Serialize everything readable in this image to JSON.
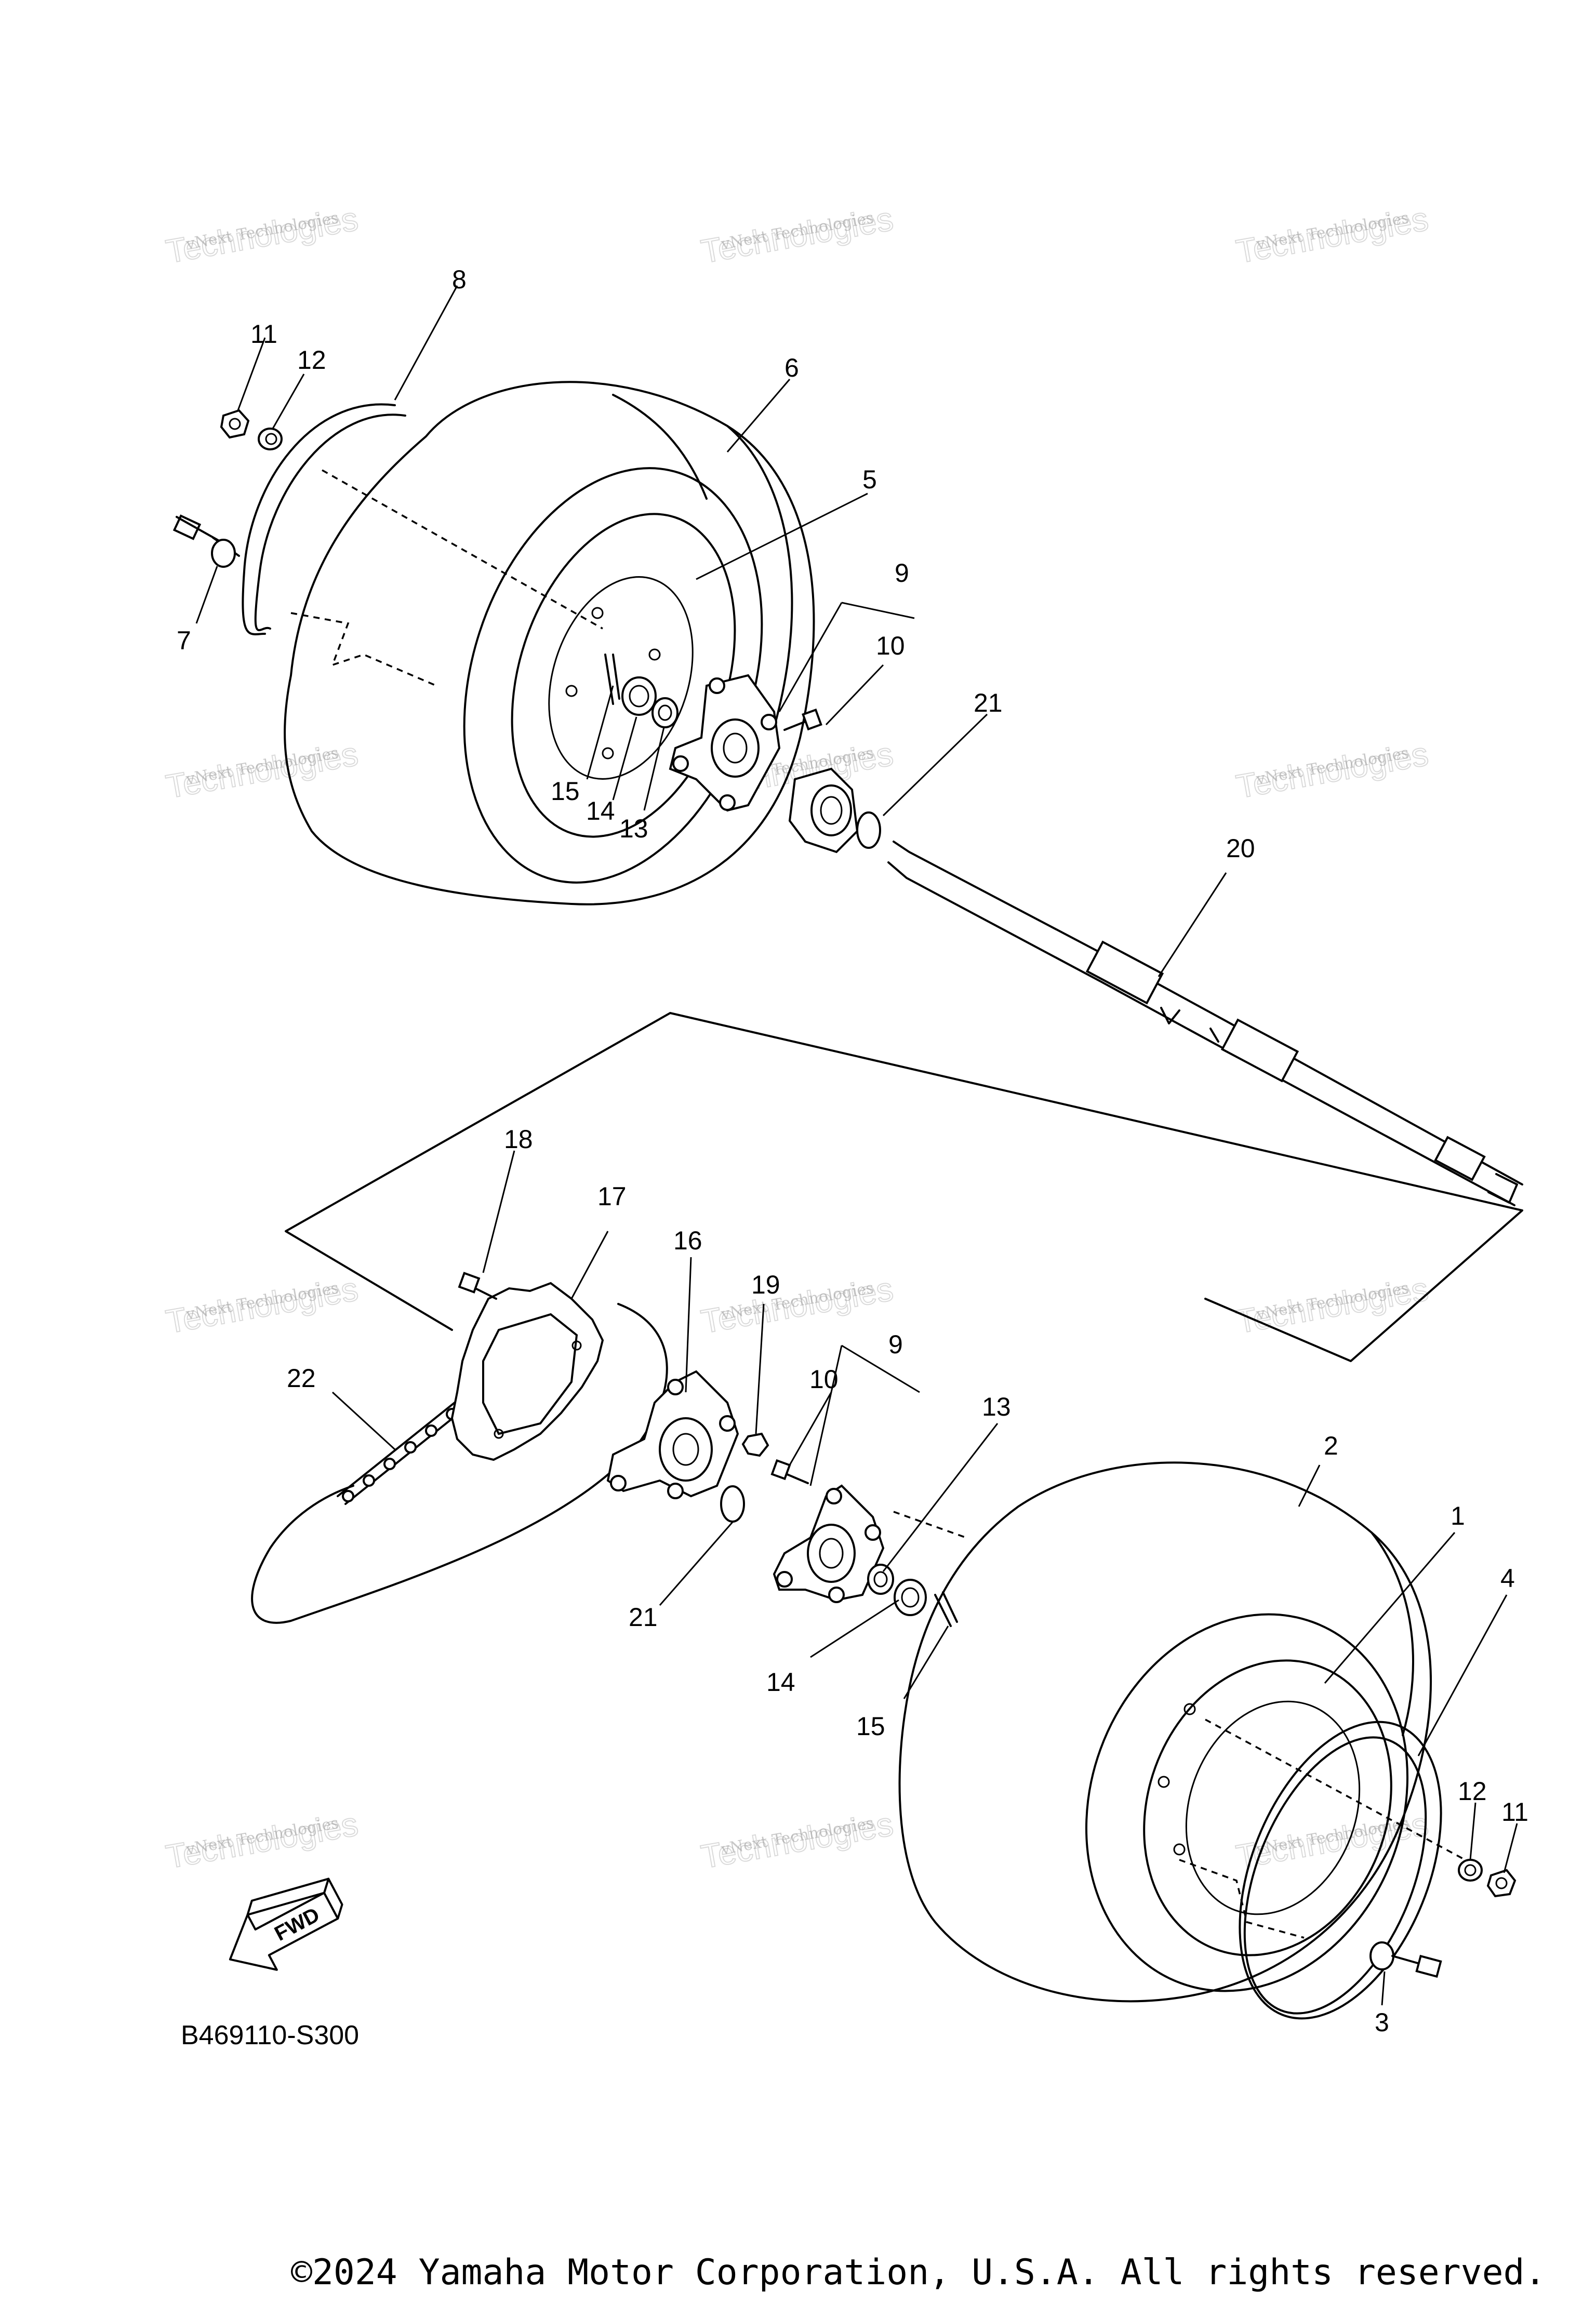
{
  "diagram": {
    "diagram_code": "B469110-S300",
    "fwd_label": "FWD",
    "watermark": {
      "line1": "vNext Technologies",
      "line2": "Technologies"
    },
    "callouts": {
      "top_11": "11",
      "top_12": "12",
      "top_8": "8",
      "top_6": "6",
      "top_5": "5",
      "top_7": "7",
      "top_9": "9",
      "top_10": "10",
      "top_21": "21",
      "top_15": "15",
      "top_14": "14",
      "top_13": "13",
      "shaft_20": "20",
      "b_18": "18",
      "b_17": "17",
      "b_16": "16",
      "b_19": "19",
      "b_9": "9",
      "b_10": "10",
      "b_13": "13",
      "b_22": "22",
      "b_21": "21",
      "b_14": "14",
      "b_15": "15",
      "b_2": "2",
      "b_1": "1",
      "b_4": "4",
      "b_12": "12",
      "b_11": "11",
      "b_3": "3"
    }
  },
  "footer": {
    "copyright": "©2024 Yamaha Motor Corporation, U.S.A. All rights reserved."
  }
}
